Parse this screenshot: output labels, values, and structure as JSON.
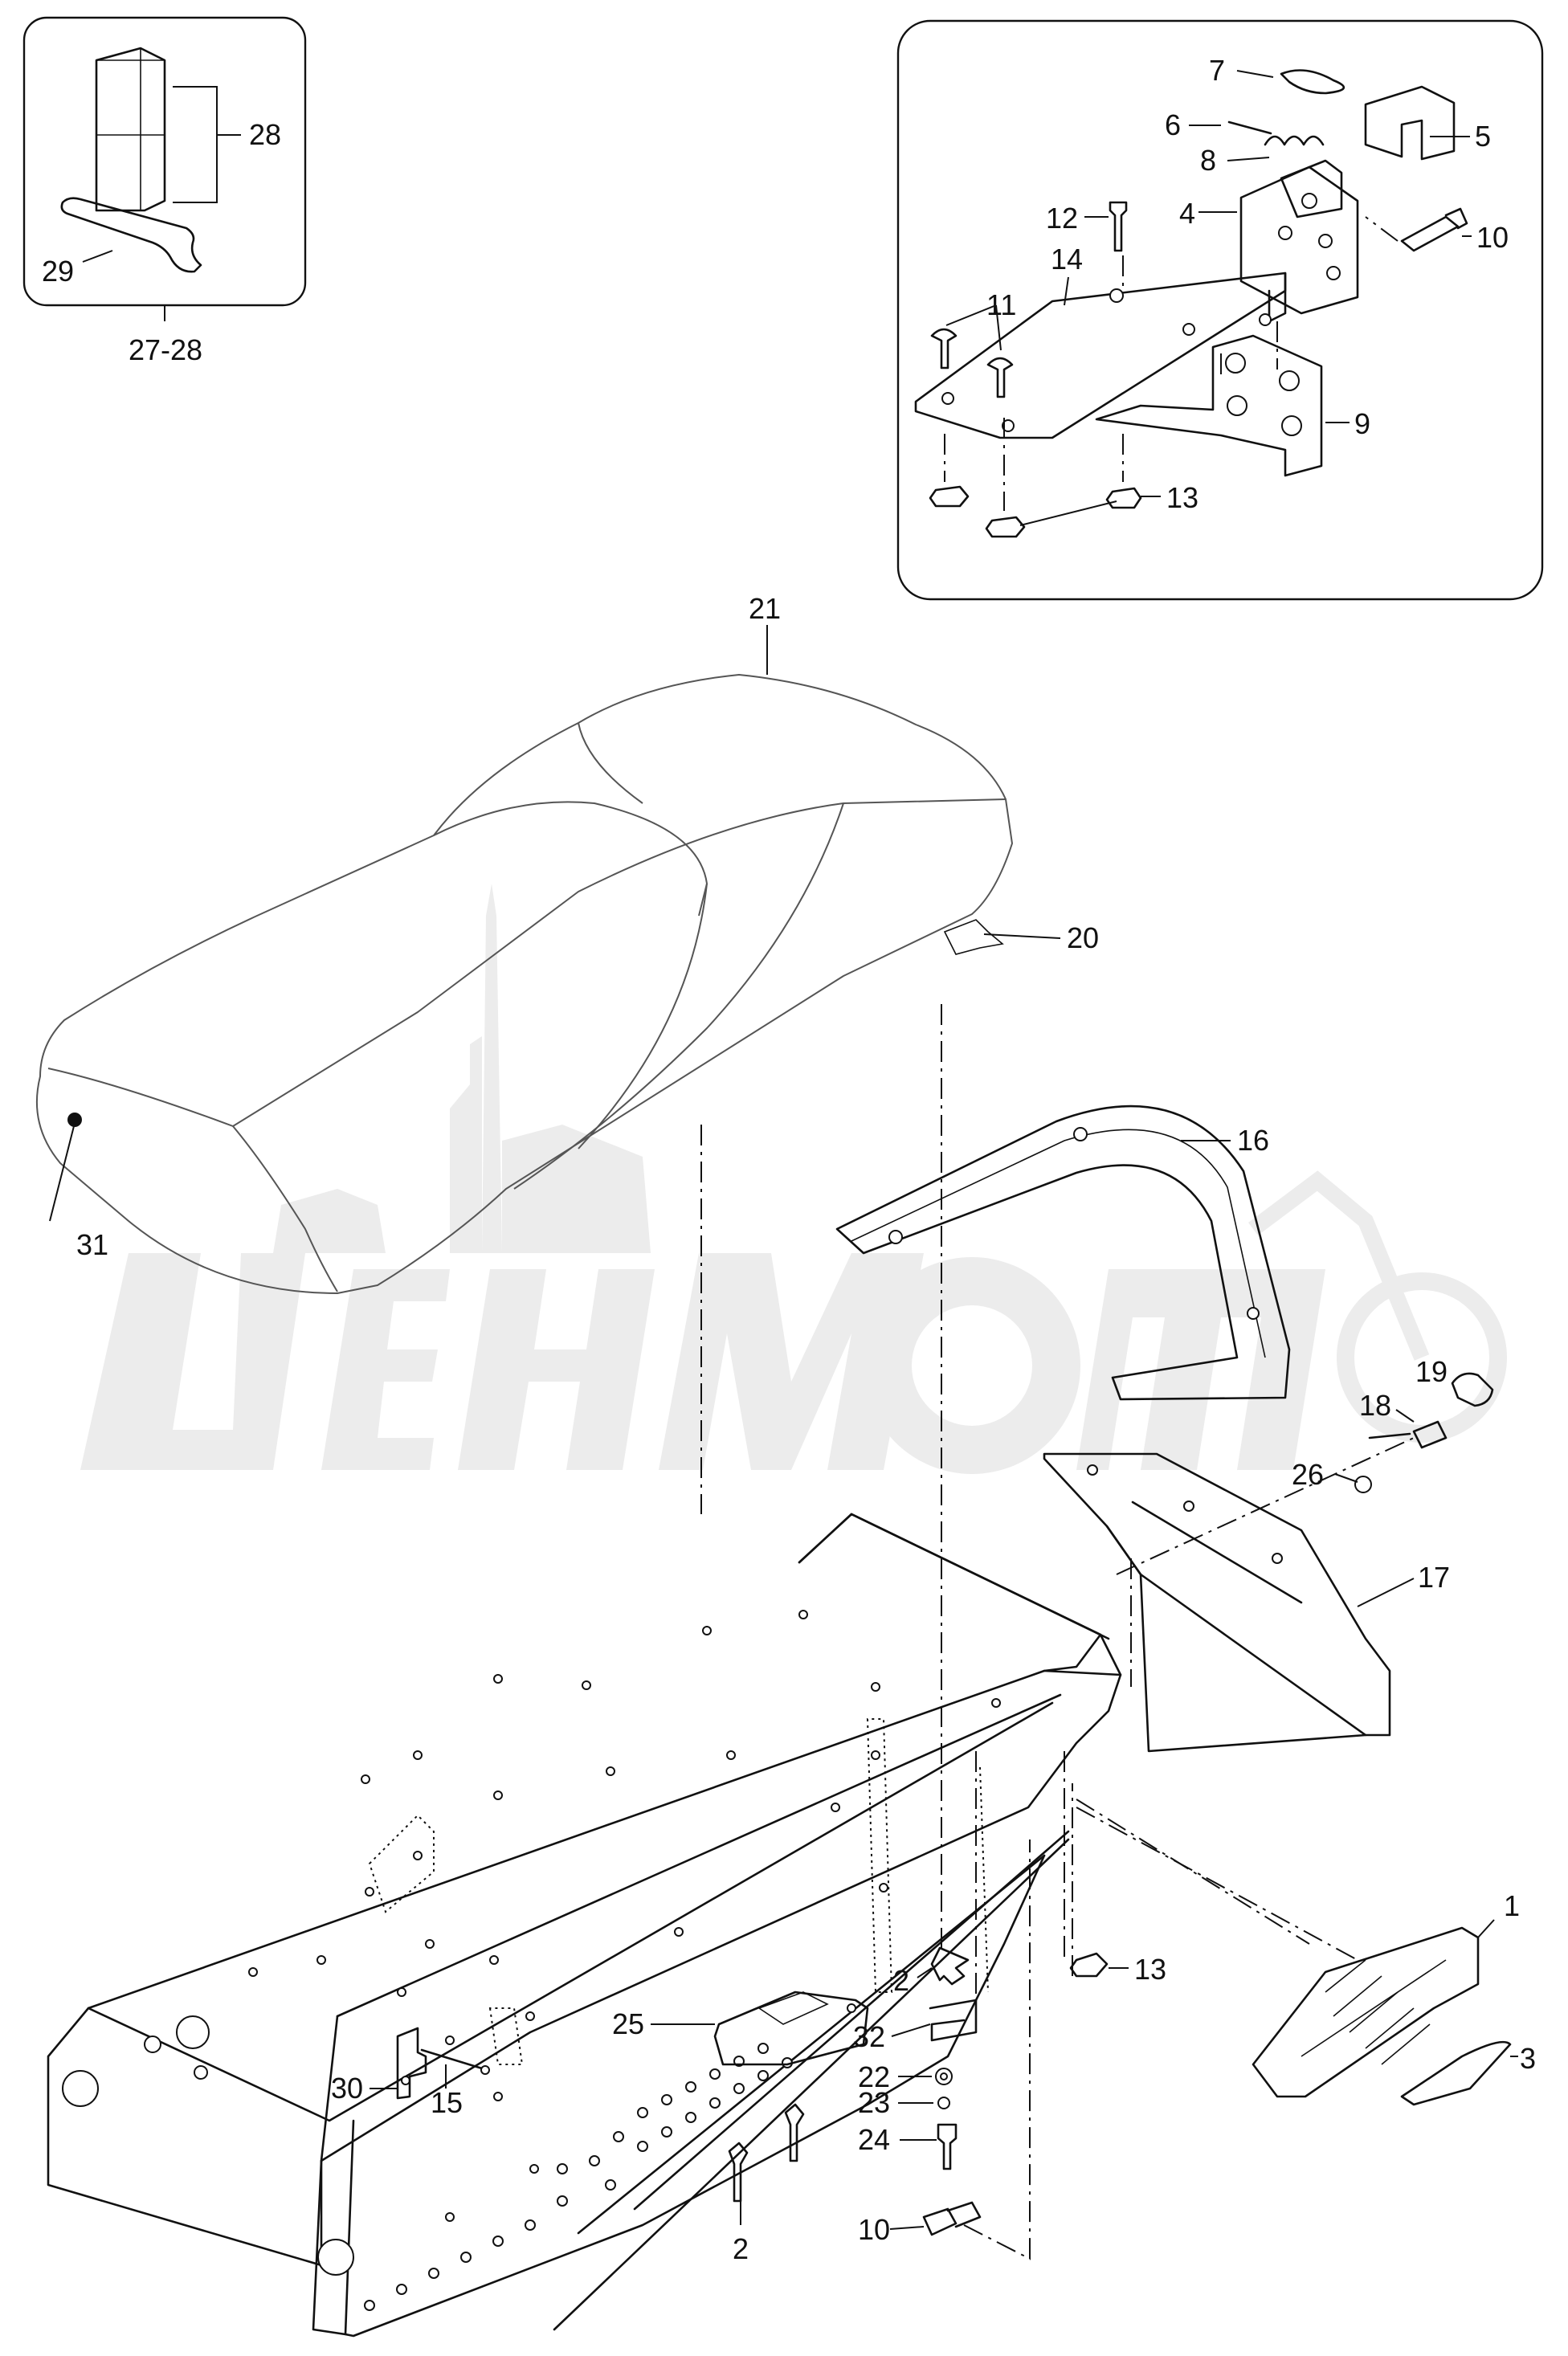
{
  "diagram": {
    "callouts": {
      "c1": "1",
      "c2a": "2",
      "c2b": "2",
      "c3": "3",
      "c4": "4",
      "c5": "5",
      "c6": "6",
      "c7": "7",
      "c8": "8",
      "c9": "9",
      "c10a": "10",
      "c10b": "10",
      "c11": "11",
      "c12": "12",
      "c13a": "13",
      "c13b": "13",
      "c14": "14",
      "c15": "15",
      "c16": "16",
      "c17": "17",
      "c18": "18",
      "c19": "19",
      "c20": "20",
      "c21": "21",
      "c22": "22",
      "c23": "23",
      "c24": "24",
      "c25": "25",
      "c26": "26",
      "c27_28": "27-28",
      "c28": "28",
      "c29": "29",
      "c30": "30",
      "c31": "31",
      "c32": "32"
    }
  }
}
